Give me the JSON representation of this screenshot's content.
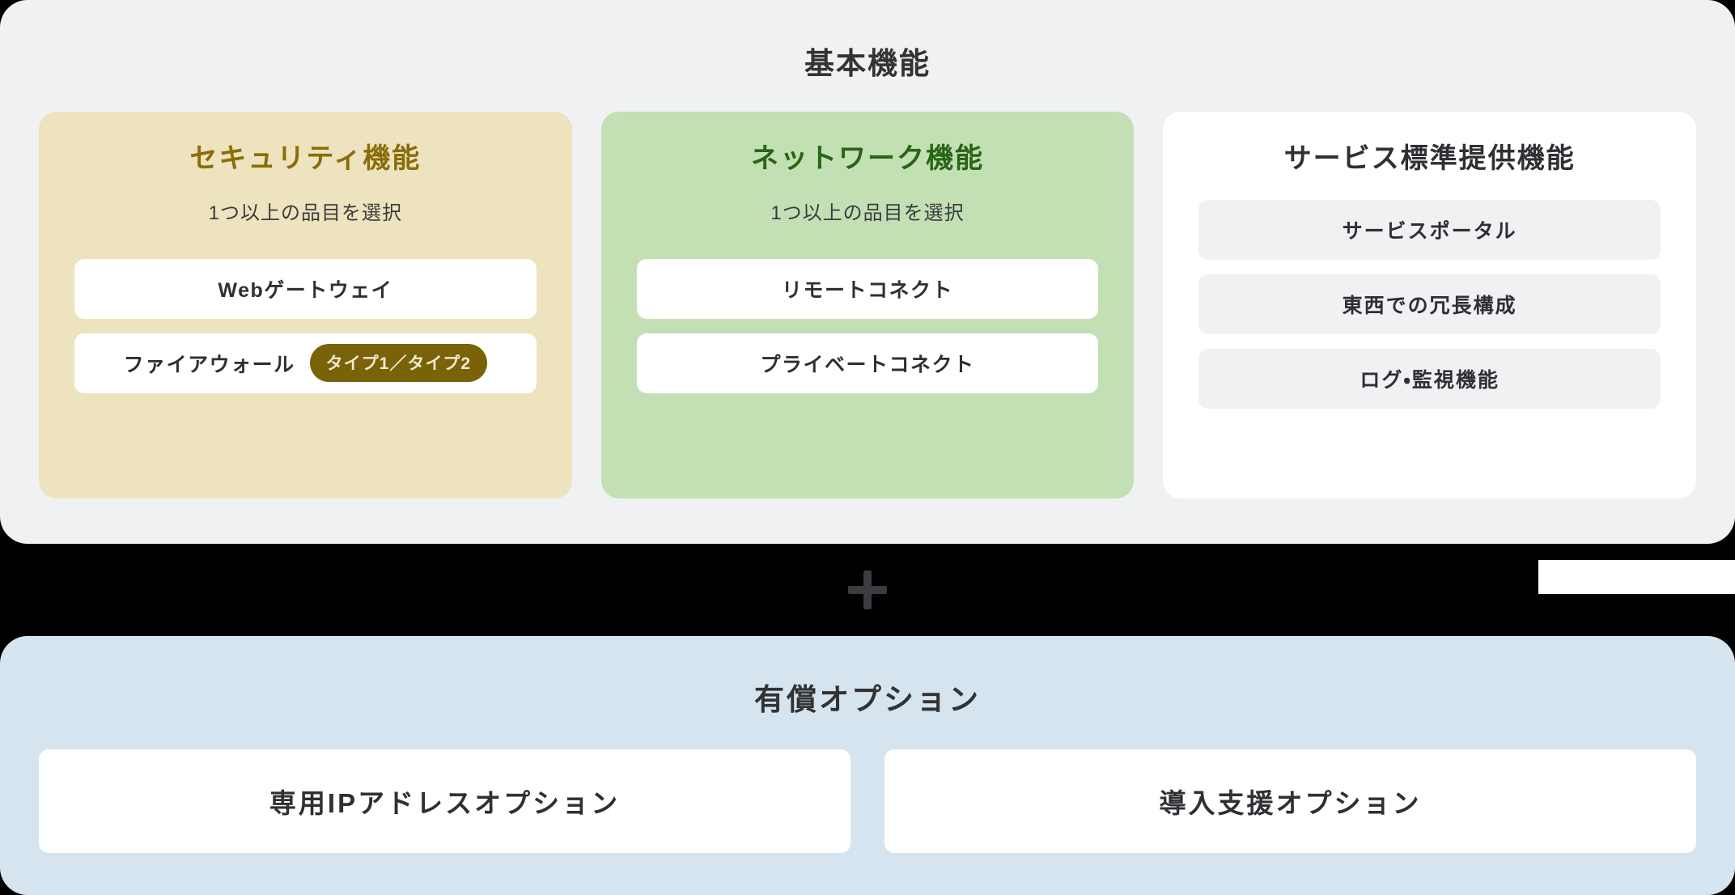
{
  "colors": {
    "page_background": "#000000",
    "basic_panel_bg": "#EFF1F3",
    "security_card_bg": "#EDE3BE",
    "security_title": "#8A6D0B",
    "network_card_bg": "#C3DFB4",
    "network_title": "#2A6515",
    "standard_card_bg": "#FFFFFF",
    "standard_chip_bg": "#EFF1F3",
    "badge_bg": "#7A6208",
    "badge_text": "#F2EBD2",
    "option_panel_bg": "#D6E4F0",
    "option_item_bg": "#FFFFFF",
    "body_text": "#2E3033",
    "heading_text": "#333333"
  },
  "basic": {
    "title": "基本機能",
    "cards": [
      {
        "title": "セキュリティ機能",
        "subtitle": "1つ以上の品目を選択",
        "items": [
          {
            "label": "Webゲートウェイ",
            "badge": null
          },
          {
            "label": "ファイアウォール",
            "badge": "タイプ1／タイプ2"
          }
        ]
      },
      {
        "title": "ネットワーク機能",
        "subtitle": "1つ以上の品目を選択",
        "items": [
          {
            "label": "リモートコネクト",
            "badge": null
          },
          {
            "label": "プライベートコネクト",
            "badge": null
          }
        ]
      },
      {
        "title": "サービス標準提供機能",
        "subtitle": null,
        "items": [
          {
            "label": "サービスポータル",
            "badge": null
          },
          {
            "label": "東西での冗長構成",
            "badge": null
          },
          {
            "label": "ログ・監視機能",
            "badge": null
          }
        ]
      }
    ]
  },
  "connector": {
    "icon": "plus-icon",
    "symbol": "+"
  },
  "option": {
    "title": "有償オプション",
    "items": [
      {
        "label": "専用IPアドレスオプション"
      },
      {
        "label": "導入支援オプション"
      }
    ]
  }
}
